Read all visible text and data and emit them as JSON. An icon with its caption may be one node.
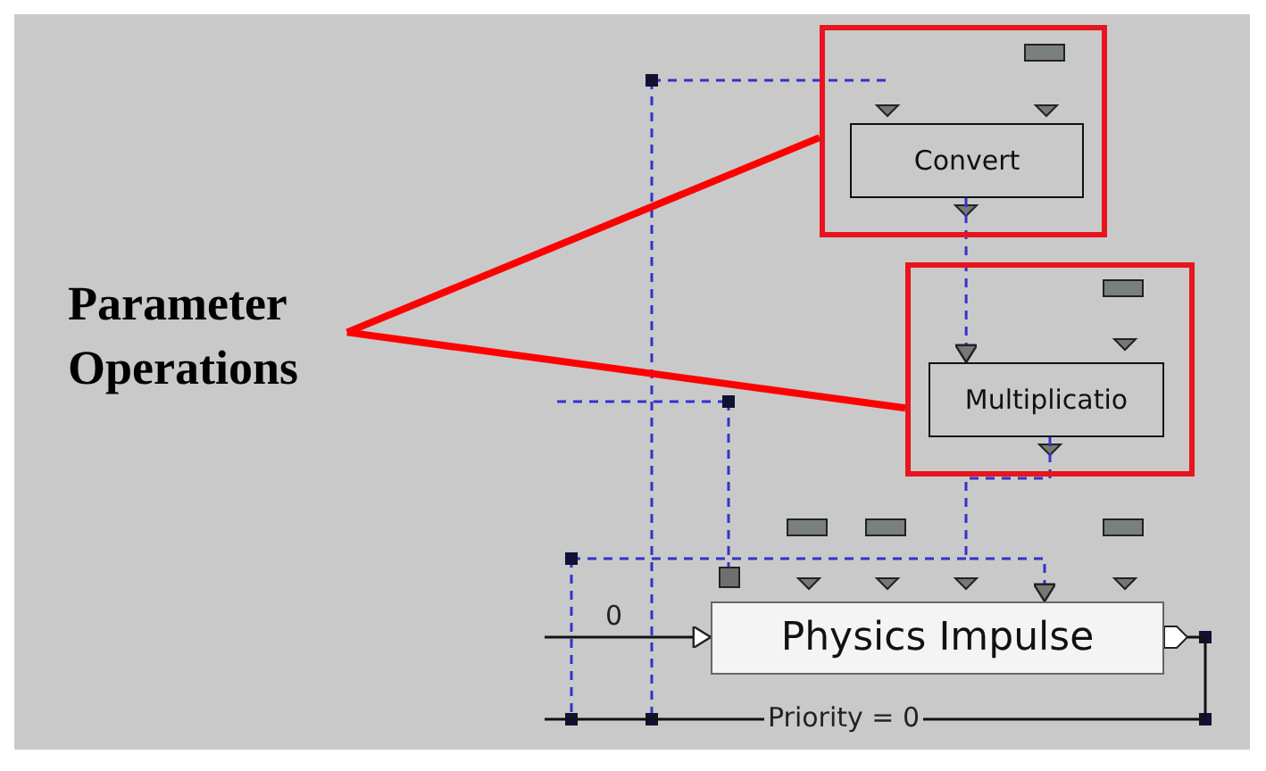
{
  "diagram": {
    "nodes": [
      {
        "text": [
          "Parameter Operations"
        ]
      },
      {
        "text": [],
        "shape": "box"
      },
      {
        "text": [
          "Convert"
        ],
        "in": 1
      },
      {
        "text": [],
        "shape": "box"
      },
      {
        "text": [
          "Multiplicatio"
        ],
        "in": 3
      },
      {
        "text": [
          "Physics Impulse"
        ]
      }
    ],
    "edges": [
      {
        "from": 0,
        "to": 1,
        "arrow": "none",
        "style": "thick",
        "color": "#ff0000"
      },
      {
        "from": 0,
        "to": 3,
        "arrow": "none",
        "style": "thick",
        "color": "#ff0000"
      },
      {
        "from": 2,
        "to": 4,
        "arrow": "to",
        "style": "dashed",
        "color": "#3333cc"
      },
      {
        "from": 4,
        "to": 5,
        "arrow": "to",
        "style": "dashed",
        "color": "#3333cc"
      },
      {
        "from": null,
        "to": 5,
        "arrow": "to",
        "color": "#111111"
      },
      {
        "from": 5,
        "to": null,
        "arrow": "none",
        "color": "#111111"
      }
    ],
    "labels": [
      "0",
      "Priority = 0"
    ]
  }
}
